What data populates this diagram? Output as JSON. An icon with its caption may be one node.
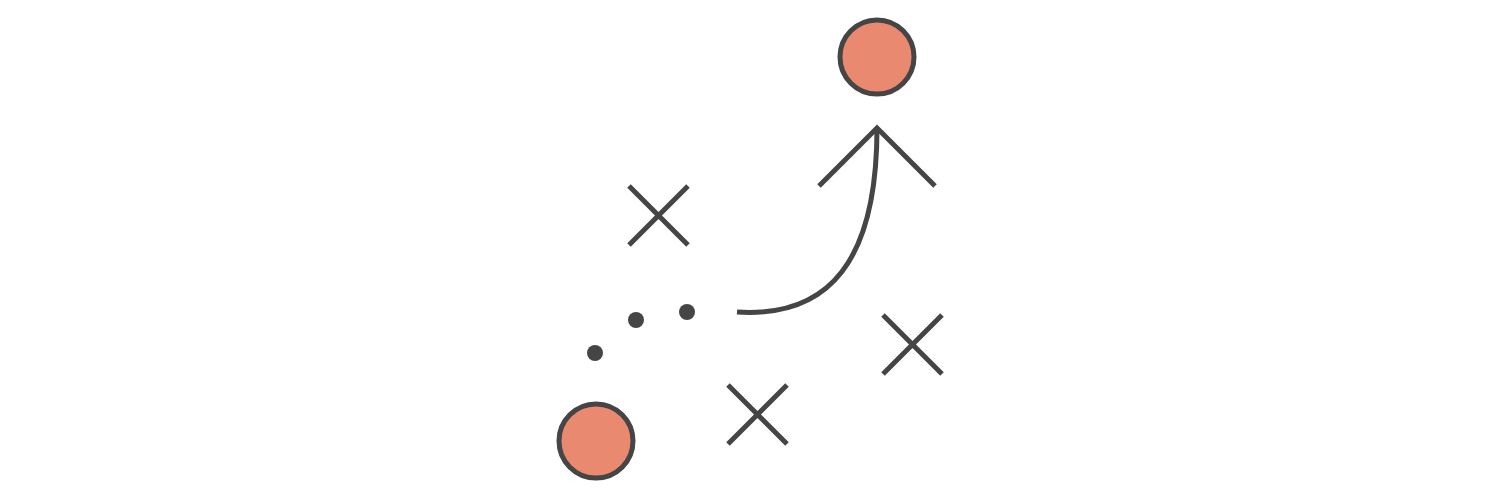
{
  "diagram": {
    "nodes": [
      {
        "text": [],
        "shape": "circle"
      },
      {
        "text": [],
        "shape": "circle"
      }
    ],
    "edges": [
      {
        "from": null,
        "to": 1,
        "arrow": "to"
      }
    ]
  }
}
